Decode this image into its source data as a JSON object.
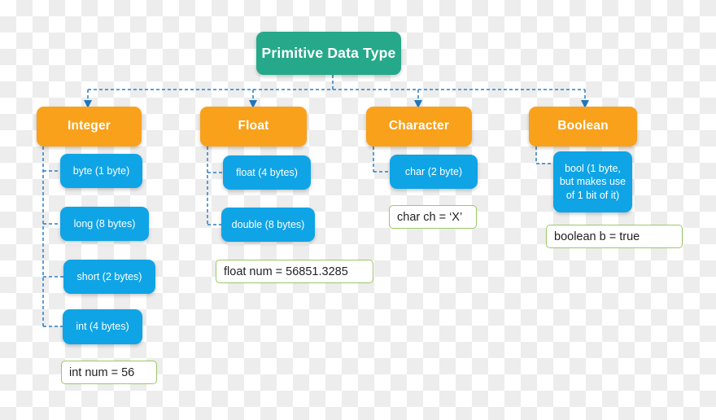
{
  "diagram": {
    "title": "Primitive Data Type",
    "colors": {
      "root": "#26a98a",
      "category": "#f9a11b",
      "leaf": "#0fa4e6",
      "code_border": "#9bc866",
      "connector": "#2a7fc9"
    },
    "root": {
      "label": "Primitive Data Type"
    },
    "categories": [
      {
        "label": "Integer",
        "leaves": [
          {
            "label": "byte (1 byte)"
          },
          {
            "label": "long (8 bytes)"
          },
          {
            "label": "short (2 bytes)"
          },
          {
            "label": "int (4 bytes)"
          }
        ],
        "example": "int num = 56"
      },
      {
        "label": "Float",
        "leaves": [
          {
            "label": "float (4 bytes)"
          },
          {
            "label": "double (8 bytes)"
          }
        ],
        "example": "float num = 56851.3285"
      },
      {
        "label": "Character",
        "leaves": [
          {
            "label": "char (2 byte)"
          }
        ],
        "example": "char ch = ‘X’"
      },
      {
        "label": "Boolean",
        "leaves": [
          {
            "label": "bool (1 byte,\nbut makes use\nof 1 bit of it)"
          }
        ],
        "example": "boolean b = true"
      }
    ]
  }
}
